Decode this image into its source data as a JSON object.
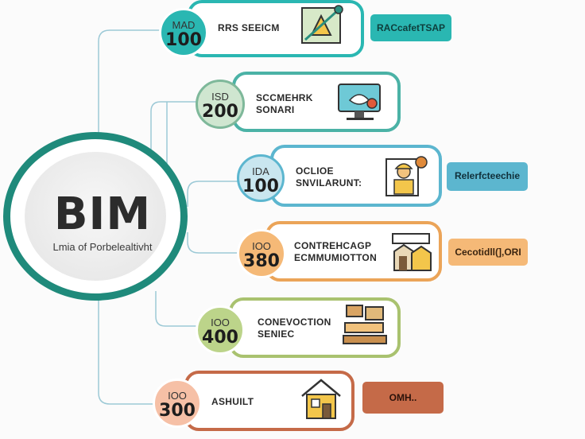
{
  "hub": {
    "title": "BIM",
    "subtitle": "Lmia of Porbelealtivht"
  },
  "levels": [
    {
      "badge_top": "MAD",
      "badge_num": "100",
      "line1": "RRS SEEICM",
      "line2": "",
      "tag": "RACcafetTSAP",
      "icon": "blueprint-icon"
    },
    {
      "badge_top": "ISD",
      "badge_num": "200",
      "line1": "SCCMEHRK",
      "line2": "SONARI",
      "tag": "",
      "icon": "monitor-icon"
    },
    {
      "badge_top": "IDA",
      "badge_num": "100",
      "line1": "OCLIOE",
      "line2": "SNVILARUNT:",
      "tag": "Relerfcteechie",
      "icon": "worker-icon"
    },
    {
      "badge_top": "IOO",
      "badge_num": "380",
      "line1": "CONTREHCAGP",
      "line2": "ECMMUMIOTTON",
      "tag": "Cecotidll(],ORI",
      "icon": "construction-site-icon"
    },
    {
      "badge_top": "IOO",
      "badge_num": "400",
      "line1": "CONEVOCTION",
      "line2": "SENIEC",
      "tag": "",
      "icon": "materials-icon"
    },
    {
      "badge_top": "IOO",
      "badge_num": "300",
      "line1": "ASHUILT",
      "line2": "",
      "tag": "OMH..",
      "icon": "house-icon"
    }
  ],
  "colors": {
    "hub_ring": "#1f8a7b",
    "teal": "#2ab7b2",
    "green": "#7eb89a",
    "blue": "#5cb6cf",
    "orange": "#eba458",
    "olive": "#a9c26f",
    "rust": "#c56a48"
  }
}
